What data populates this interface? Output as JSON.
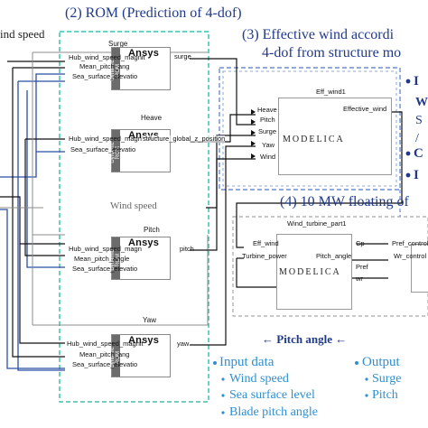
{
  "colors": {
    "title_blue": "#1f3a8a",
    "legend_blue": "#2f8fd1",
    "dashed_green": "#33c6b0",
    "dashed_blue": "#6a8fd8",
    "wire_blue": "#2b4fa3",
    "wire_black": "#111111",
    "wire_gray": "#8c8c8c"
  },
  "header": {
    "left_wind_speed": "ind speed",
    "rom_title": "(2) ROM (Prediction of 4-dof)",
    "effective_wind_title_1": "(3) Effective wind accordi",
    "effective_wind_title_2": "4-dof from structure mo",
    "floating_title": "(4) 10 MW floating of"
  },
  "right_fragments": {
    "bullet_1": "I",
    "w": "W",
    "s": "S",
    "slash": "/",
    "bullet_2": "C",
    "bullet_3": "I"
  },
  "rom_blocks": [
    {
      "label": "Surge",
      "inputs": [
        "Hub_wind_speed_magnit",
        "Mean_pitch_ang",
        "Sea_surface_elevatio"
      ],
      "output": "surge",
      "brand": "Ansys",
      "strip": "Dynamic ROM"
    },
    {
      "label": "Heave",
      "inputs": [
        "Hub_wind_speed_magn",
        "Sea_surface_elevatio"
      ],
      "output": "structure_global_z_position",
      "brand": "Ansys",
      "strip": "Dynamic ROM"
    },
    {
      "label": "Pitch",
      "inputs": [
        "Hub_wind_speed_magn",
        "Mean_pitch_angle",
        "Sea_surface_elevatio"
      ],
      "output": "pitch",
      "brand": "Ansys",
      "strip": "Dynamic ROM"
    },
    {
      "label": "Yaw",
      "inputs": [
        "Hub_wind_speed_magnit",
        "Mean_pitch_ang",
        "Sea_surface_elevatio"
      ],
      "output": "yaw",
      "brand": "Ansys",
      "strip": "Dynamic ROM"
    }
  ],
  "wind_speed_mid": "Wind speed",
  "eff_wind_block": {
    "name": "Eff_wind1",
    "inputs": [
      "Heave",
      "Pitch",
      "Surge",
      "Yaw",
      "Wind"
    ],
    "output": "Effective_wind",
    "logo": "MODELICA"
  },
  "turbine_block": {
    "name": "Wind_turbine_part1",
    "inputs": [
      "Eff_wind",
      "Turbine_power"
    ],
    "outputs": [
      "Cp",
      "Pitch_angle",
      "Pref",
      "wr"
    ],
    "logo": "MODELICA"
  },
  "controller_block": {
    "inputs": [
      "Pref_control",
      "Wr_control"
    ]
  },
  "pitch_angle_label": "← Pitch angle ←",
  "legend": {
    "input_title": "Input data",
    "input_items": [
      "Wind speed",
      "Sea surface level",
      "Blade pitch angle"
    ],
    "output_title": "Output",
    "output_items": [
      "Surge",
      "Pitch"
    ]
  }
}
